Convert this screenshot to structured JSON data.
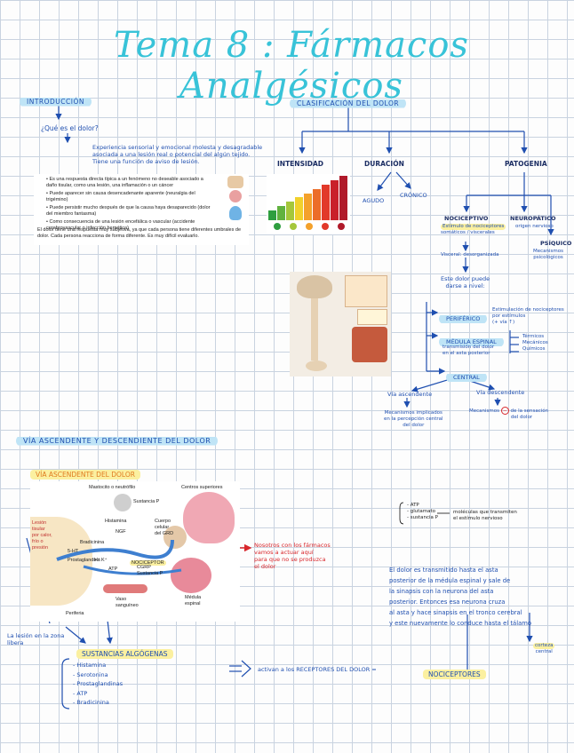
{
  "title": "Tema 8 : Fármacos Analgésicos",
  "intro": {
    "heading": "INTRODUCCIÓN",
    "question": "¿Qué es el dolor?",
    "answer_lines": [
      "Experiencia sensorial y emocional molesta y desagradable",
      "asociada a una lesión real o potencial del algún tejido.",
      "Tiene una función de aviso de lesión."
    ],
    "bullets": [
      "Es una respuesta directa típica a un fenómeno no deseable asociado a daño tisular, como una lesión, una inflamación o un cáncer",
      "Puede aparecer sin causa desencadenante aparente (neuralgia del trigémino)",
      "Puede persistir mucho después de que la causa haya desaparecido (dolor del miembro fantasma)",
      "Como consecuencia de una lesión encefálica o vascular (accidente cerebrovascular o infección herpética)"
    ],
    "paragraph": "El dolor tiene una respuesta muy subjetiva, ya que cada persona tiene diferentes umbrales de dolor. Cada persona reacciona de forma diferente. Es muy difícil evaluarlo."
  },
  "classification": {
    "heading": "CLASIFICACIÓN DEL DOLOR",
    "intensidad": "INTENSIDAD",
    "duracion": "DURACIÓN",
    "agudo": "AGUDO",
    "cronico": "CRÓNICO",
    "patogenia": "PATOGENIA",
    "nociceptivo": "NOCICEPTIVO",
    "nociceptivo_desc": [
      "Estímulo de nociceptores",
      "somáticos / viscerales"
    ],
    "visceral": "Visceral: desorganizada",
    "neuropatico": "NEUROPÁTICO",
    "neuropatico_desc": "origen nervioso",
    "psiquico": "PSÍQUICO",
    "psiquico_desc": [
      "Mecanismos",
      "psicológicos"
    ],
    "origen": [
      "Este dolor puede",
      "darse a nivel:"
    ],
    "periferico": "PERIFÉRICO",
    "periferico_desc": [
      "Estimulación de nociceptores",
      "por estímulos",
      "(+ vía ↑)"
    ],
    "medula": "MÉDULA ESPINAL",
    "medula_desc": [
      "transmisión del dolor",
      "en el asta posterior"
    ],
    "types": [
      "Térmicos",
      "Mecánicos",
      "Químicos"
    ],
    "central": "CENTRAL",
    "ascendente": "Vía ascendente",
    "ascendente_desc": [
      "Mecanismos implicados",
      "en la percepción central",
      "del dolor"
    ],
    "descendente": "Vía descendente",
    "descendente_desc": [
      "Mecanismos",
      "de la sensación",
      "del dolor"
    ],
    "scale_colors": [
      "#2e9e3f",
      "#61b23f",
      "#a5c73b",
      "#f1d12c",
      "#f4a12b",
      "#ec6d29",
      "#e2392a",
      "#c9202a",
      "#b01a2a"
    ]
  },
  "section2": {
    "heading": "VÍA ASCENDENTE Y DESCENDIENTE DEL DOLOR",
    "sub_heading": "VÍA ASCENDENTE DEL DOLOR"
  },
  "figure": {
    "mastocito": "Mastocito o neutrófilo",
    "sustancia_p": "Sustancia P",
    "centros": "Centros superiores",
    "histamina": "Histamina",
    "ngf": "NGF",
    "cuerpo": [
      "Cuerpo",
      "celular",
      "del GRD"
    ],
    "bradicinina": "Bradicinina",
    "ht5": "5-HT",
    "prostaglandina": "Prostaglandina",
    "atp": "ATP",
    "h_plus": "H⁺",
    "k_plus": "K⁺",
    "lesion": [
      "Lesión",
      "tisular",
      "por calor,",
      "frío o",
      "presión"
    ],
    "nociceptor": "NOCICEPTOR",
    "cgrp": [
      "CGRP",
      "Sustancia P"
    ],
    "medula": [
      "Médula",
      "espinal"
    ],
    "vaso": [
      "Vaso",
      "sanguíneo"
    ],
    "periferia": "Periferia"
  },
  "notes": {
    "red_note": [
      "Nosotros con los fármacos",
      "vamos a actuar aquí",
      "para que no se produzca",
      "el dolor"
    ],
    "lesion_note": [
      "La lesión en la zona",
      "libera"
    ],
    "sustancias": "SUSTANCIAS ALGÓGENAS",
    "list": [
      "Histamina",
      "Serotonina",
      "Prostaglandinas",
      "ATP",
      "Bradicinina"
    ],
    "activan": "activan a los RECEPTORES DEL DOLOR =",
    "nociceptores": "NOCICEPTORES",
    "right_paragraph": [
      "El dolor es transmitido hasta el asta",
      "posterior de la médula espinal y sale de",
      "la sinapsis con la neurona del asta",
      "posterior. Entonces esa neurona cruza",
      "al asta y hace sinapsis en el tronco cerebral",
      "y este nuevamente lo conduce hasta el tálamo"
    ],
    "corteza": [
      "corteza",
      "central"
    ],
    "small_list": [
      "ATP",
      "glutamato",
      "sustancia P"
    ],
    "small_note": [
      "moléculas que transmiten",
      "el estímulo nervioso"
    ]
  }
}
